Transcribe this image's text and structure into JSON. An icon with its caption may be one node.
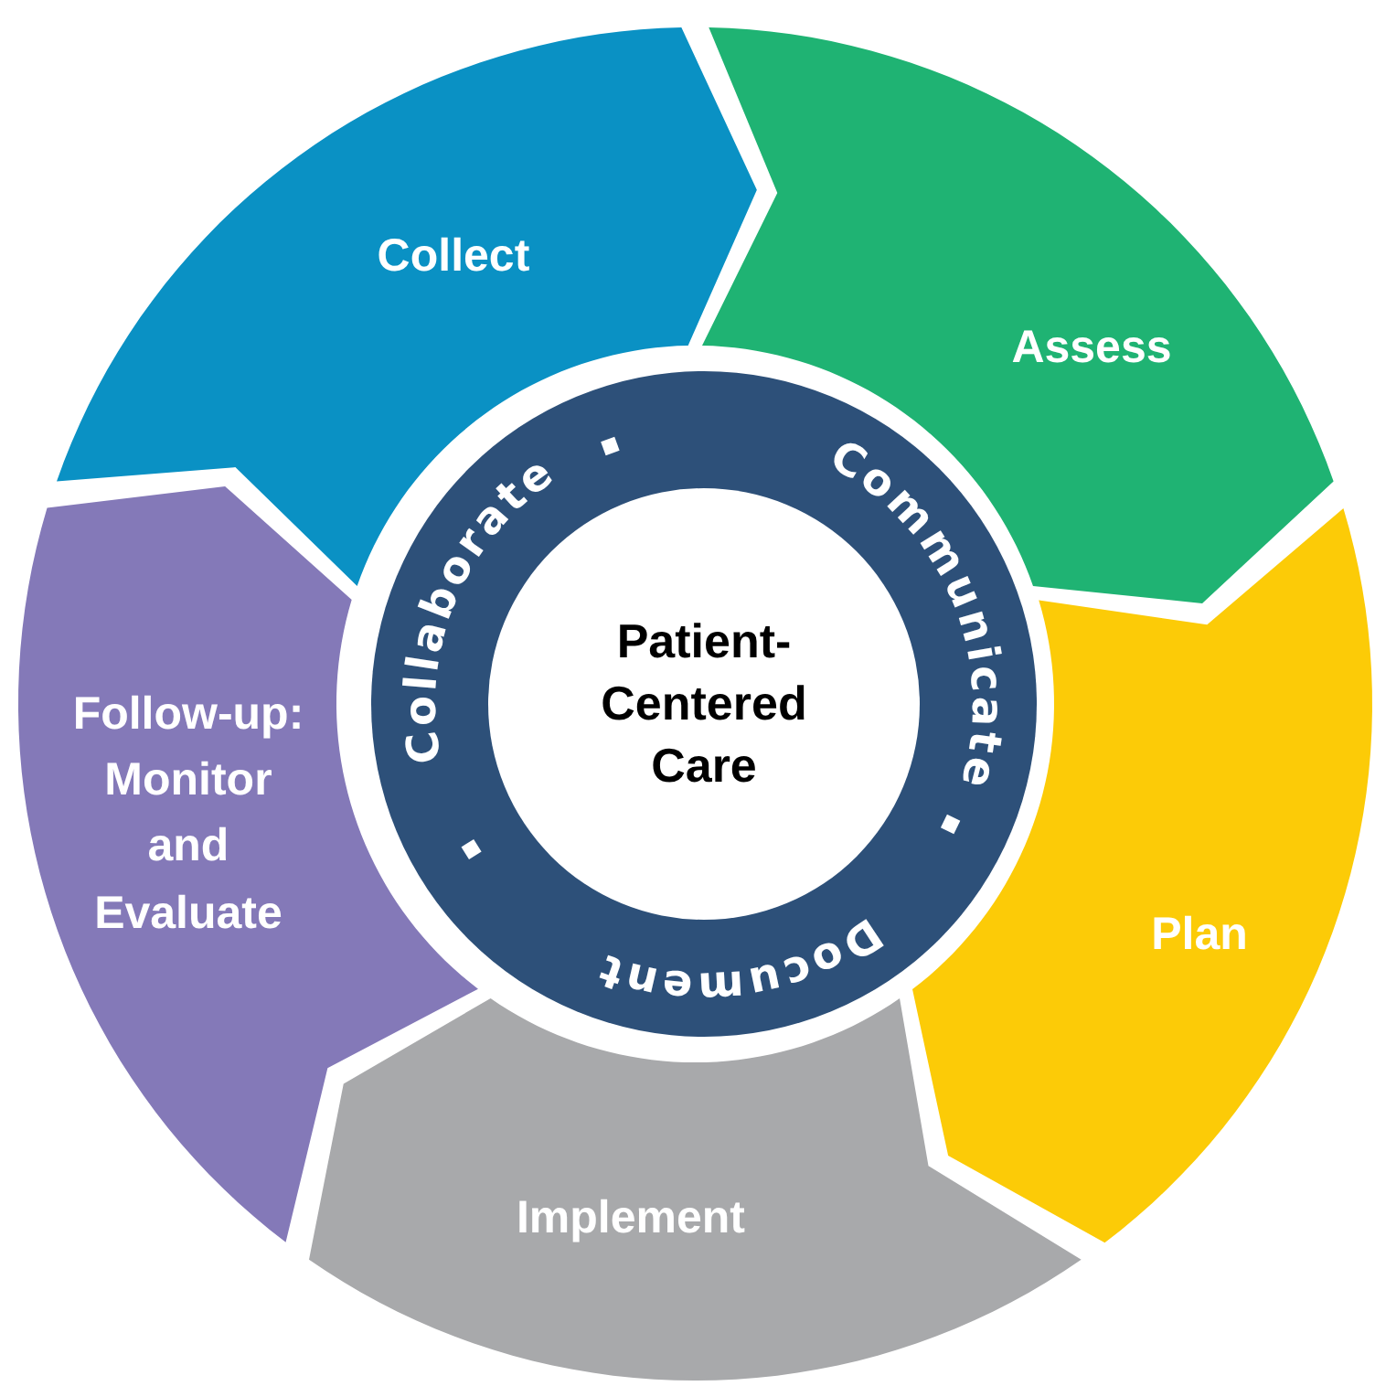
{
  "diagram": {
    "nodes": [
      {
        "text": [
          "Collect"
        ]
      },
      {
        "text": [
          "Assess"
        ]
      },
      {
        "text": [
          "Plan"
        ]
      },
      {
        "text": [
          "Implement"
        ]
      },
      {
        "text": [
          "Follow-up: Monitor and Evaluate"
        ]
      },
      {
        "text": [
          "Communicate",
          "Document",
          "Collaborate"
        ]
      },
      {
        "text": [
          "Patient-Centered Care"
        ],
        "in": 5
      }
    ]
  }
}
